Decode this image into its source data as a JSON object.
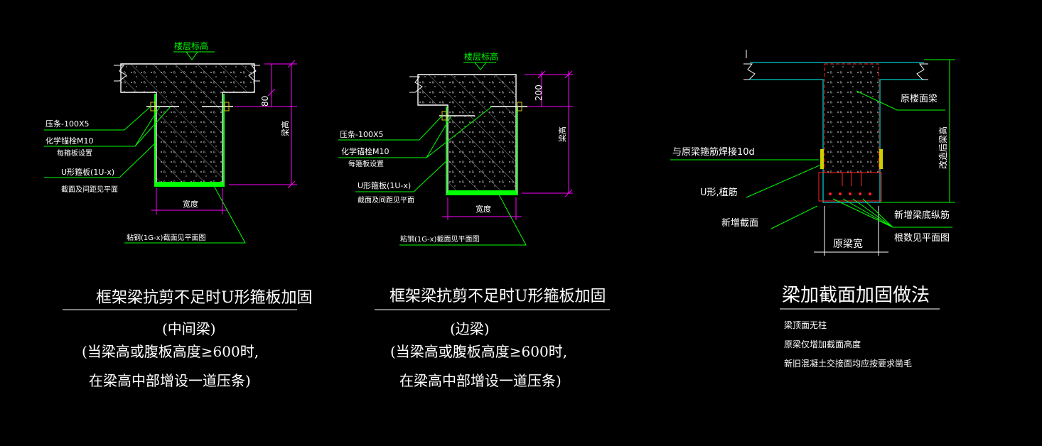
{
  "colors": {
    "background": "#000000",
    "annotation": "#00ff00",
    "outline": "#ffffff",
    "dimension": "#ff00ff",
    "hatch": "#aaaaaa",
    "steel_plate": "#00ff00",
    "beam_outline_right": "#00cccc",
    "section_right": "#ff2222",
    "weld": "#d0d000",
    "text": "#ffffff"
  },
  "left": {
    "floor_label": "楼层标高",
    "dim_top": "80",
    "dim_height": "梁高",
    "strip_label": "压条-100X5",
    "anchor_label": "化学锚栓M10",
    "anchor_note": "每箍板设置",
    "u_plate_label": "U形箍板(1U-x)",
    "u_plate_note": "截面及间距见平面",
    "width_label": "宽度",
    "steel_label": "粘钢(1G-x)截面见平面图",
    "title": "框架梁抗剪不足时U形箍板加固",
    "sub1": "(中间梁)",
    "sub2": "(当梁高或腹板高度≥600时,",
    "sub3": "在梁高中部增设一道压条)"
  },
  "middle": {
    "floor_label": "楼层标高",
    "dim_top": "200",
    "dim_height": "梁高",
    "strip_label": "压条-100X5",
    "anchor_label": "化学锚栓M10",
    "anchor_note": "每箍板设置",
    "u_plate_label": "U形箍板(1U-x)",
    "u_plate_note": "截面及间距见平面",
    "width_label": "宽度",
    "steel_label": "粘钢(1G-x)截面见平面图",
    "title": "框架梁抗剪不足时U形箍板加固",
    "sub1": "(边梁)",
    "sub2": "(当梁高或腹板高度≥600时,",
    "sub3": "在梁高中部增设一道压条)"
  },
  "right": {
    "orig_beam": "原楼面梁",
    "height_after": "改造后梁高",
    "weld_label": "与原梁箍筋焊接10d",
    "u_bar": "U形,植筋",
    "new_section": "新增截面",
    "new_bars": "新增梁底纵筋",
    "new_bars_note": "根数见平面图",
    "orig_width": "原梁宽",
    "title": "梁加截面加固做法",
    "note1": "梁顶面无柱",
    "note2": "原梁仅增加截面高度",
    "note3": "新旧混凝土交接面均应按要求凿毛"
  }
}
